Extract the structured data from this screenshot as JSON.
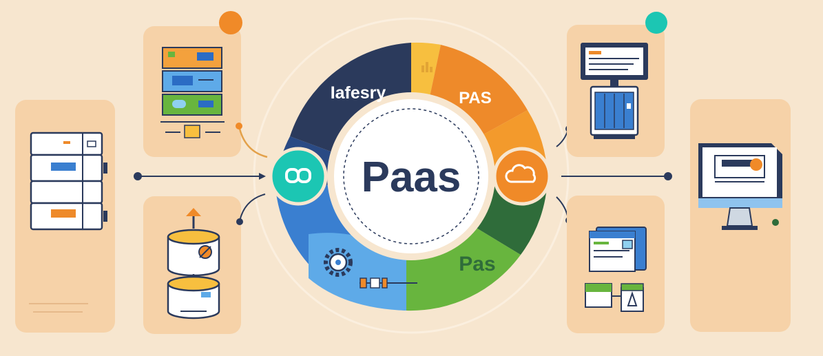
{
  "center": {
    "hub_label": "Paas",
    "segments": {
      "top_left": "Iafesry",
      "top_right": "PAS",
      "bottom_right": "Pas"
    }
  },
  "colors": {
    "background": "#f7e6cf",
    "panel": "#f6d2a8",
    "navy": "#2b3a5c",
    "orange": "#ee8a2a",
    "yellow": "#f7bf3f",
    "green": "#68b53e",
    "dark_green": "#2f6c3a",
    "blue": "#3a7fd0",
    "light_blue": "#5eaae8",
    "teal": "#1cc6b3",
    "accent_orange": "#f08a28"
  },
  "icons": {
    "left_node": "chain-link-icon",
    "right_node": "cloud-icon",
    "gear": "gear-icon",
    "server": "server-rack-icon",
    "database": "database-cylinder-icon",
    "window_stack": "stacked-windows-icon",
    "monitor": "monitor-icon",
    "desktop": "desktop-computer-icon",
    "browser": "browser-window-icon"
  }
}
